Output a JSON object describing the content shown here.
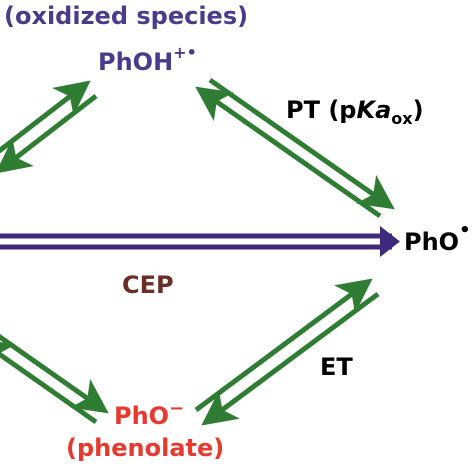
{
  "species": {
    "oxidized_caption": "(oxidized species)",
    "phoh_base": "PhOH",
    "phoh_charge": "+•",
    "pho_radical_base": "PhO",
    "pho_radical_mark": "•",
    "phenolate_base": "PhO",
    "phenolate_charge": "−",
    "phenolate_caption": "(phenolate)"
  },
  "processes": {
    "pt_prefix": "PT (p",
    "pt_ka": "Ka",
    "pt_sub": "ox",
    "pt_suffix": ")",
    "cep": "CEP",
    "et": "ET"
  },
  "colors": {
    "oxidized": "#4a3c8c",
    "phenolate": "#e8392e",
    "cep": "#6b2e24",
    "arrow_green": "#2e7d32",
    "arrow_purple": "#3d2a7a",
    "text": "#000000"
  }
}
